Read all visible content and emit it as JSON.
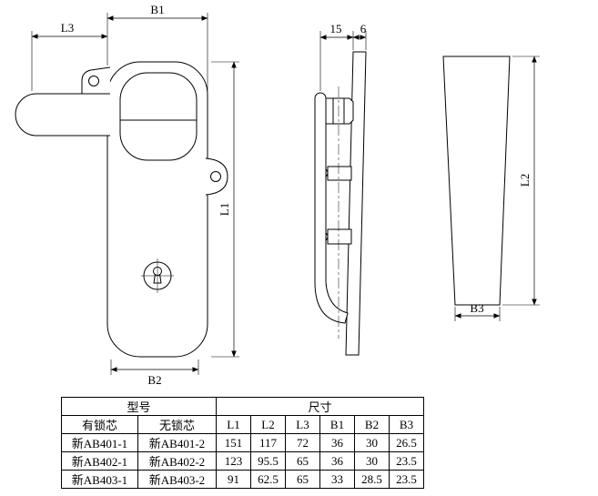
{
  "drawing": {
    "front_view": {
      "dim_l3": "L3",
      "dim_b1": "B1",
      "dim_l1": "L1",
      "dim_b2": "B2"
    },
    "side_view": {
      "dim_15": "15",
      "dim_6": "6"
    },
    "profile_view": {
      "dim_l2": "L2",
      "dim_b3": "B3"
    }
  },
  "table": {
    "header_model": "型号",
    "header_size": "尺寸",
    "subheaders": [
      "有锁芯",
      "无锁芯",
      "L1",
      "L2",
      "L3",
      "B1",
      "B2",
      "B3"
    ],
    "rows": [
      [
        "新AB401-1",
        "新AB401-2",
        "151",
        "117",
        "72",
        "36",
        "30",
        "26.5"
      ],
      [
        "新AB402-1",
        "新AB402-2",
        "123",
        "95.5",
        "65",
        "36",
        "30",
        "23.5"
      ],
      [
        "新AB403-1",
        "新AB403-2",
        "91",
        "62.5",
        "65",
        "33",
        "28.5",
        "23.5"
      ]
    ]
  }
}
